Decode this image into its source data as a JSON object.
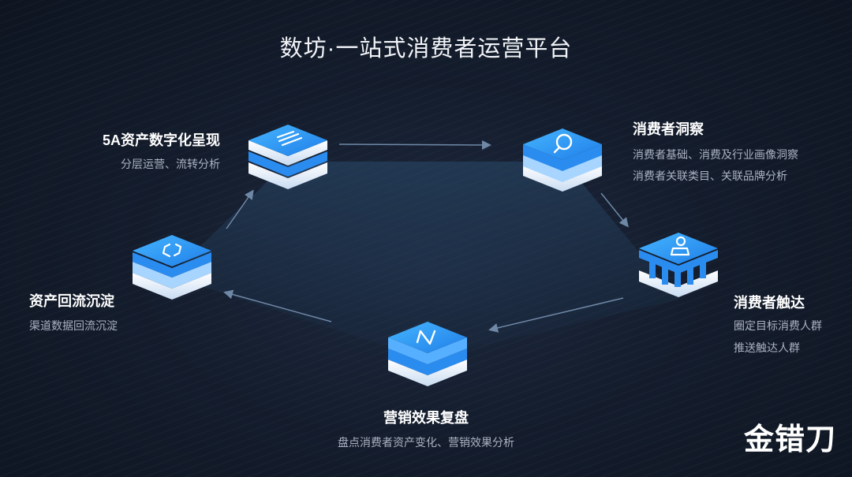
{
  "title": "数坊·一站式消费者运营平台",
  "colors": {
    "accent": "#2f9bff",
    "accent_light": "#6ec6ff",
    "panel": "#1c2c44"
  },
  "nodes": [
    {
      "name": "5a-asset-digitalization",
      "label": "5A资产数字化呈现",
      "desc": [
        "分层运营、流转分析"
      ],
      "icon": "layers-icon"
    },
    {
      "name": "consumer-insight",
      "label": "消费者洞察",
      "desc": [
        "消费者基础、消费及行业画像洞察",
        "消费者关联类目、关联品牌分析"
      ],
      "icon": "search-icon"
    },
    {
      "name": "consumer-reach",
      "label": "消费者触达",
      "desc": [
        "圈定目标消费人群",
        "推送触达人群"
      ],
      "icon": "person-icon"
    },
    {
      "name": "marketing-review",
      "label": "营销效果复盘",
      "desc": [
        "盘点消费者资产变化、营销效果分析"
      ],
      "icon": "wave-icon"
    },
    {
      "name": "asset-reflow",
      "label": "资产回流沉淀",
      "desc": [
        "渠道数据回流沉淀"
      ],
      "icon": "cycle-icon"
    }
  ],
  "watermark": "金错刀"
}
